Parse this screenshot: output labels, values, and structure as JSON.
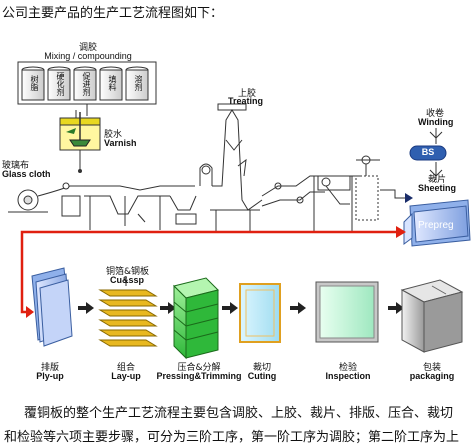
{
  "intro_text": "公司主要产品的生产工艺流程图如下：",
  "mixing": {
    "label_cn": "调胶",
    "label_en": "Mixing / compounding",
    "tanks": [
      "树脂",
      "硬化剂",
      "促进剂",
      "填料",
      "溶剂"
    ]
  },
  "varnish": {
    "label_cn": "胶水",
    "label_en": "Varnish"
  },
  "glass_cloth": {
    "label_cn": "玻璃布",
    "label_en": "Glass cloth"
  },
  "treating": {
    "label_cn": "上胶",
    "label_en": "Treating"
  },
  "winding": {
    "label_cn": "收卷",
    "label_en": "Winding",
    "tag": "BS"
  },
  "sheeting": {
    "label_cn": "裁片",
    "label_en": "Sheeting"
  },
  "prepreg": {
    "label": "Prepreg"
  },
  "copper": {
    "label_cn": "铜箔&钢板",
    "label_en": "Cu&ssp"
  },
  "steps": [
    {
      "cn": "排版",
      "en": "Ply-up"
    },
    {
      "cn": "组合",
      "en": "Lay-up"
    },
    {
      "cn": "压合&分解",
      "en": "Pressing&Trimming"
    },
    {
      "cn": "裁切",
      "en": "Cuting"
    },
    {
      "cn": "检验",
      "en": "Inspection"
    },
    {
      "cn": "包装",
      "en": "packaging"
    }
  ],
  "footer_lines": [
    "覆铜板的整个生产工艺流程主要包含调胶、上胶、裁片、排版、压合、裁切",
    "和检验等六项主要步骤，可分为三阶工序，第一阶工序为调胶；第二阶工序为上"
  ],
  "colors": {
    "arrow_red": "#e02010",
    "green_box": "#5fd860",
    "gold": "#e8b820",
    "bs_blue": "#2f5fb0"
  }
}
